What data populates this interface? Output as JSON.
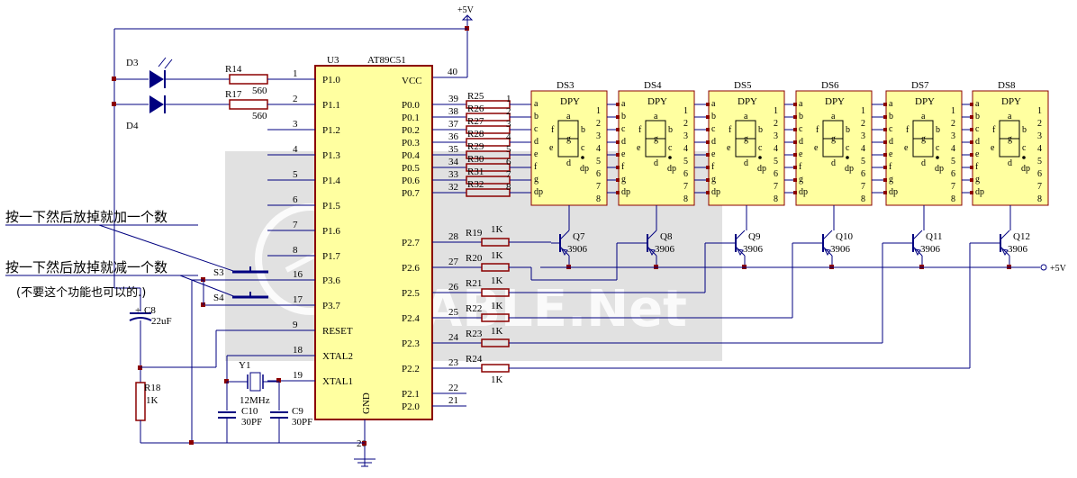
{
  "power": {
    "vcc_label": "+5V",
    "gnd_pin": "20"
  },
  "mcu": {
    "ref": "U3",
    "part": "AT89C51",
    "left_pins": [
      {
        "num": "1",
        "name": "P1.0"
      },
      {
        "num": "2",
        "name": "P1.1"
      },
      {
        "num": "3",
        "name": "P1.2"
      },
      {
        "num": "4",
        "name": "P1.3"
      },
      {
        "num": "5",
        "name": "P1.4"
      },
      {
        "num": "6",
        "name": "P1.5"
      },
      {
        "num": "7",
        "name": "P1.6"
      },
      {
        "num": "8",
        "name": "P1.7"
      },
      {
        "num": "16",
        "name": "P3.6"
      },
      {
        "num": "17",
        "name": "P3.7"
      },
      {
        "num": "9",
        "name": "RESET"
      },
      {
        "num": "18",
        "name": "XTAL2"
      },
      {
        "num": "19",
        "name": "XTAL1"
      }
    ],
    "vcc_pin": {
      "num": "40",
      "name": "VCC"
    },
    "p0_pins": [
      {
        "num": "39",
        "name": "P0.0"
      },
      {
        "num": "38",
        "name": "P0.1"
      },
      {
        "num": "37",
        "name": "P0.2"
      },
      {
        "num": "36",
        "name": "P0.3"
      },
      {
        "num": "35",
        "name": "P0.4"
      },
      {
        "num": "34",
        "name": "P0.5"
      },
      {
        "num": "33",
        "name": "P0.6"
      },
      {
        "num": "32",
        "name": "P0.7"
      }
    ],
    "p2_pins": [
      {
        "num": "28",
        "name": "P2.7"
      },
      {
        "num": "27",
        "name": "P2.6"
      },
      {
        "num": "26",
        "name": "P2.5"
      },
      {
        "num": "25",
        "name": "P2.4"
      },
      {
        "num": "24",
        "name": "P2.3"
      },
      {
        "num": "23",
        "name": "P2.2"
      },
      {
        "num": "22",
        "name": "P2.1"
      },
      {
        "num": "21",
        "name": "P2.0"
      }
    ],
    "gnd_name": "GND"
  },
  "leds": {
    "d3": "D3",
    "d4": "D4",
    "r14": "R14",
    "r14_val": "560",
    "r17": "R17",
    "r17_val": "560"
  },
  "segment_resistors": [
    "R25",
    "R26",
    "R27",
    "R28",
    "R29",
    "R30",
    "R31",
    "R32"
  ],
  "segment_res_nums": [
    "1",
    "2",
    "3",
    "4",
    "5",
    "6",
    "7",
    "8"
  ],
  "displays": [
    {
      "ref": "DS3"
    },
    {
      "ref": "DS4"
    },
    {
      "ref": "DS5"
    },
    {
      "ref": "DS6"
    },
    {
      "ref": "DS7"
    },
    {
      "ref": "DS8"
    }
  ],
  "display_common": {
    "type": "DPY",
    "left_labels": [
      "a",
      "b",
      "c",
      "d",
      "e",
      "f",
      "g",
      "dp"
    ],
    "right_nums": [
      "1",
      "2",
      "3",
      "4",
      "5",
      "6",
      "7",
      "8"
    ],
    "inner": {
      "a": "a",
      "b": "b",
      "c": "c",
      "d": "d",
      "e": "e",
      "f": "f",
      "g": "g",
      "dp": "dp"
    }
  },
  "transistors": [
    {
      "ref": "Q7",
      "part": "3906"
    },
    {
      "ref": "Q8",
      "part": "3906"
    },
    {
      "ref": "Q9",
      "part": "3906"
    },
    {
      "ref": "Q10",
      "part": "3906"
    },
    {
      "ref": "Q11",
      "part": "3906"
    },
    {
      "ref": "Q12",
      "part": "3906"
    }
  ],
  "base_resistors": [
    {
      "ref": "R19",
      "val": "1K"
    },
    {
      "ref": "R20",
      "val": "1K"
    },
    {
      "ref": "R21",
      "val": "1K"
    },
    {
      "ref": "R22",
      "val": "1K"
    },
    {
      "ref": "R23",
      "val": "1K"
    },
    {
      "ref": "R24",
      "val": "1K"
    }
  ],
  "switches": {
    "s3": "S3",
    "s4": "S4"
  },
  "reset": {
    "c8": "C8",
    "c8_val": "22uF",
    "c8_plus": "+",
    "r18": "R18",
    "r18_val": "1K"
  },
  "crystal": {
    "y1": "Y1",
    "y1_val": "12MHz",
    "c10": "C10",
    "c10_val": "30PF",
    "c9": "C9",
    "c9_val": "30PF"
  },
  "annotations": {
    "add_note": "按一下然后放掉就加一个数",
    "sub_note": "按一下然后放掉就减一个数",
    "optional_note": "(不要这个功能也可以的.)"
  },
  "watermark": {
    "text": "ABLE.Net"
  }
}
